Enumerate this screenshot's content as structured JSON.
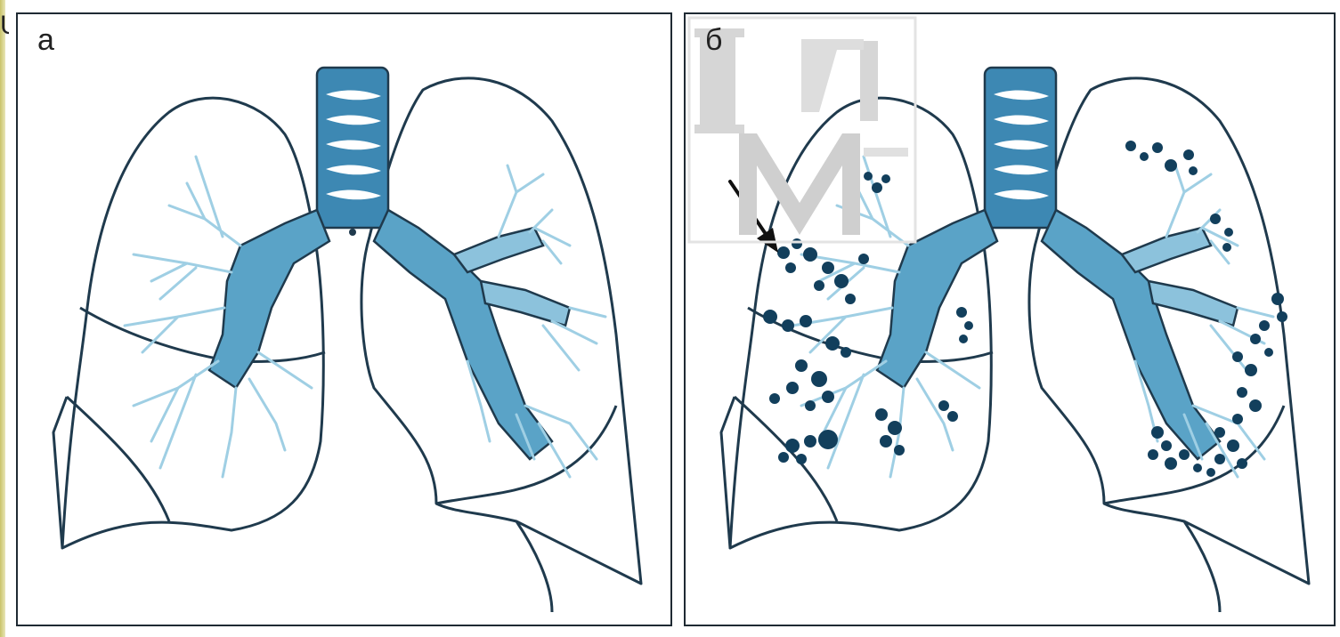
{
  "edge_fragment": "U",
  "panels": [
    {
      "label": "а"
    },
    {
      "label": "б"
    }
  ],
  "colors": {
    "outline": "#1f3a4d",
    "trachea": "#3d88b3",
    "bronchi_dark": "#5aa3c7",
    "bronchi_light": "#8cc2dc",
    "branches": "#9fcfe4",
    "nodule": "#123f5c",
    "arrow": "#111111",
    "watermark": "#cfcfcf"
  },
  "icons": [
    "arrow-pointer-icon",
    "watermark-logo-icon"
  ]
}
